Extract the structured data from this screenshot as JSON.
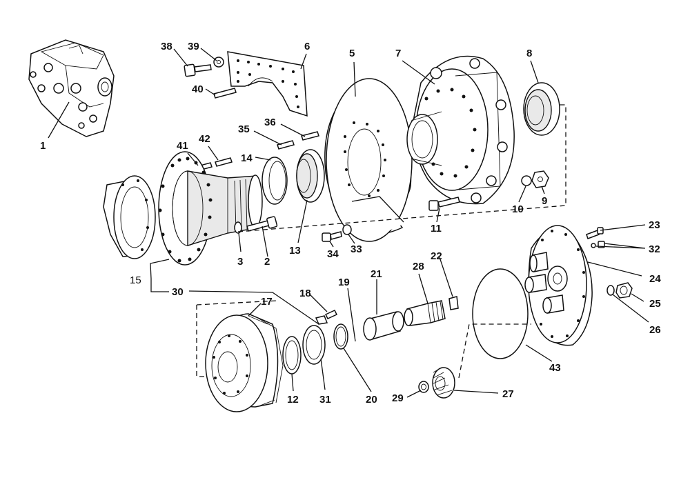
{
  "callouts": [
    {
      "id": "c1",
      "text": "1"
    },
    {
      "id": "c2",
      "text": "2"
    },
    {
      "id": "c3",
      "text": "3"
    },
    {
      "id": "c5",
      "text": "5"
    },
    {
      "id": "c6",
      "text": "6"
    },
    {
      "id": "c7",
      "text": "7"
    },
    {
      "id": "c8",
      "text": "8"
    },
    {
      "id": "c9",
      "text": "9"
    },
    {
      "id": "c10",
      "text": "10"
    },
    {
      "id": "c11",
      "text": "11"
    },
    {
      "id": "c12",
      "text": "12"
    },
    {
      "id": "c13",
      "text": "13"
    },
    {
      "id": "c14",
      "text": "14"
    },
    {
      "id": "c15",
      "text": "15"
    },
    {
      "id": "c17",
      "text": "17"
    },
    {
      "id": "c18",
      "text": "18"
    },
    {
      "id": "c19",
      "text": "19"
    },
    {
      "id": "c20",
      "text": "20"
    },
    {
      "id": "c21",
      "text": "21"
    },
    {
      "id": "c22",
      "text": "22"
    },
    {
      "id": "c23",
      "text": "23"
    },
    {
      "id": "c24",
      "text": "24"
    },
    {
      "id": "c25",
      "text": "25"
    },
    {
      "id": "c26",
      "text": "26"
    },
    {
      "id": "c27",
      "text": "27"
    },
    {
      "id": "c28",
      "text": "28"
    },
    {
      "id": "c29",
      "text": "29"
    },
    {
      "id": "c30",
      "text": "30"
    },
    {
      "id": "c31",
      "text": "31"
    },
    {
      "id": "c32",
      "text": "32"
    },
    {
      "id": "c33",
      "text": "33"
    },
    {
      "id": "c34",
      "text": "34"
    },
    {
      "id": "c35",
      "text": "35"
    },
    {
      "id": "c36",
      "text": "36"
    },
    {
      "id": "c38",
      "text": "38"
    },
    {
      "id": "c39",
      "text": "39"
    },
    {
      "id": "c40",
      "text": "40"
    },
    {
      "id": "c41",
      "text": "41"
    },
    {
      "id": "c42",
      "text": "42"
    },
    {
      "id": "c43",
      "text": "43"
    }
  ]
}
